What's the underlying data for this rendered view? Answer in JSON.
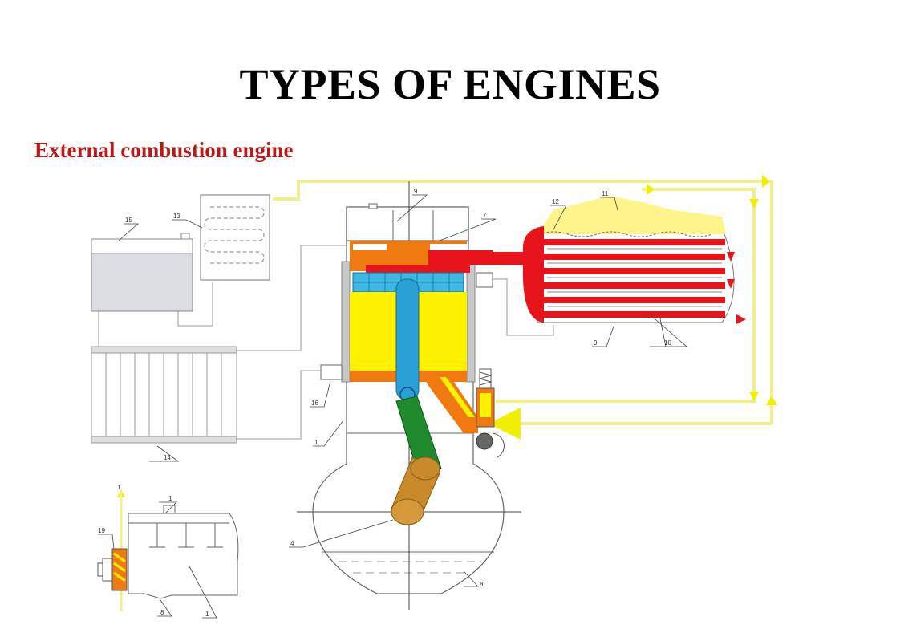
{
  "slide": {
    "title": "TYPES OF ENGINES",
    "subtitle": "External combustion engine"
  },
  "colors": {
    "title": "#000000",
    "subtitle": "#b81a1a",
    "heat_red": "#e8141c",
    "orange": "#f07a10",
    "yellow": "#fff200",
    "cyan": "#3cb8e6",
    "blue_rod": "#2a9fd6",
    "green": "#1f8a2c",
    "brown": "#c98b2a",
    "gray": "#c8c8c8",
    "yellow_pipe": "#f2ee8c"
  },
  "labels": {
    "l1a": "1",
    "l1b": "1",
    "l1c": "1",
    "l1d": "1",
    "l4": "4",
    "l7": "7",
    "l8a": "8",
    "l8b": "8",
    "l9a": "9",
    "l9b": "9",
    "l10": "10",
    "l11": "11",
    "l12": "12",
    "l13": "13",
    "l14": "14",
    "l15": "15",
    "l16": "16",
    "l19": "19"
  }
}
